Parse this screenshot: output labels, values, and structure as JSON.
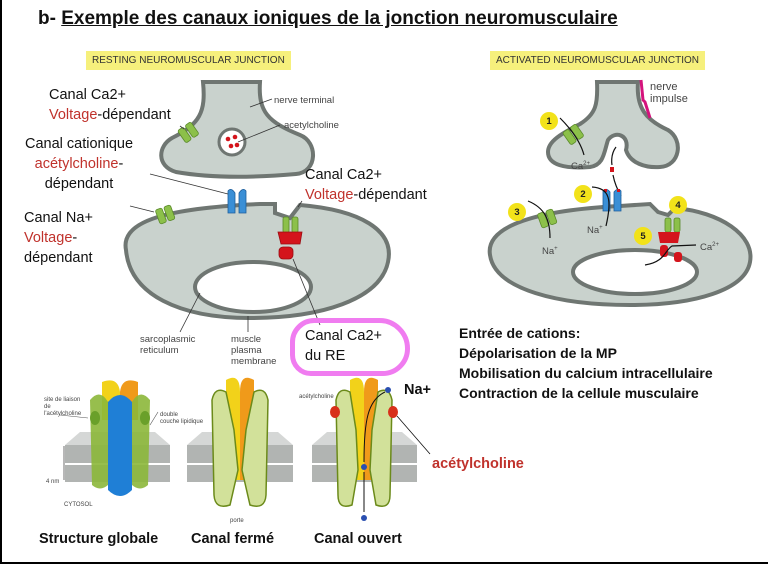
{
  "title": {
    "prefix": "b- ",
    "text": "Exemple des canaux ioniques de la jonction neuromusculaire"
  },
  "resting": {
    "banner": "RESTING NEUROMUSCULAR JUNCTION",
    "labels": {
      "nerve_terminal": "nerve terminal",
      "acetylcholine": "acetylcholine",
      "sarcoplasmic_1": "sarcoplasmic",
      "sarcoplasmic_2": "reticulum",
      "muscle_1": "muscle",
      "muscle_2": "plasma",
      "muscle_3": "membrane"
    },
    "annotations": {
      "ca_channel_top": {
        "line1": "Canal Ca2+",
        "red": "Voltage",
        "rest": "-dépendant"
      },
      "cationic": {
        "line1": "Canal cationique",
        "red": "acétylcholine",
        "dash": "-",
        "line3": "dépendant"
      },
      "na_channel": {
        "line1": "Canal Na+",
        "red": "Voltage",
        "dash": "-",
        "line3": "dépendant"
      },
      "ca_channel_right": {
        "line1": "Canal Ca2+",
        "red": "Voltage",
        "rest": "-dépendant"
      },
      "ca_re": {
        "line1": "Canal Ca2+",
        "line2": "du RE"
      }
    }
  },
  "activated": {
    "banner": "ACTIVATED NEUROMUSCULAR JUNCTION",
    "nerve_impulse_1": "nerve",
    "nerve_impulse_2": "impulse",
    "steps": [
      "1",
      "2",
      "3",
      "4",
      "5"
    ],
    "ions": {
      "ca_top": "Ca",
      "ca_sup": "2+",
      "na_mid": "Na",
      "na_left": "Na",
      "na_sup": "+",
      "ca_right": "Ca",
      "ca_right_sup": "2+"
    }
  },
  "summary": [
    "Entrée de cations:",
    "Dépolarisation de la MP",
    "Mobilisation du calcium intracellulaire",
    "Contraction de la cellule musculaire"
  ],
  "channel_structure": {
    "binding_site_1": "site de liaison",
    "binding_site_2": "de",
    "binding_site_3": "l'acétylcholine",
    "bilayer_1": "double",
    "bilayer_2": "couche lipidique",
    "thickness": "4 nm",
    "cytosol": "CYTOSOL",
    "gate": "porte",
    "ach_small": "acétylcholine",
    "na_label": "Na+",
    "ach_label": "acétylcholine",
    "captions": [
      "Structure globale",
      "Canal fermé",
      "Canal ouvert"
    ]
  },
  "colors": {
    "banner": "#f6f07c",
    "cell": "#c9d2cd",
    "membrane": "#6f7672",
    "channel_green": "#8cc04a",
    "channel_blue": "#3a8fd6",
    "channel_red": "#d4141c",
    "step_badge": "#f2e21a",
    "highlight_pink": "#f07cf0",
    "impulse": "#d4137c",
    "annotation_red": "#c0322c"
  }
}
